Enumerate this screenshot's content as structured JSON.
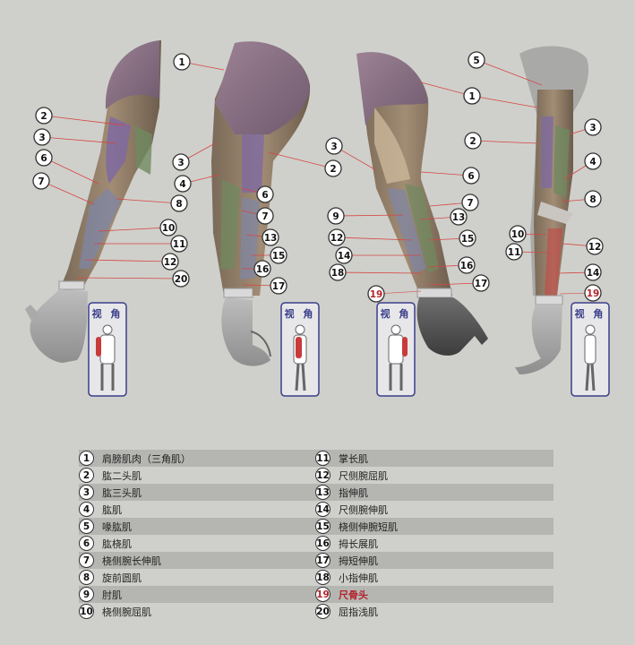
{
  "view_label": "视 角",
  "legend": [
    {
      "num": "1",
      "label": "肩膀肌肉（三角肌）"
    },
    {
      "num": "2",
      "label": "肱二头肌"
    },
    {
      "num": "3",
      "label": "肱三头肌"
    },
    {
      "num": "4",
      "label": "肱肌"
    },
    {
      "num": "5",
      "label": "喙肱肌"
    },
    {
      "num": "6",
      "label": "肱桡肌"
    },
    {
      "num": "7",
      "label": "桡侧腕长伸肌"
    },
    {
      "num": "8",
      "label": "旋前圆肌"
    },
    {
      "num": "9",
      "label": "肘肌"
    },
    {
      "num": "10",
      "label": "桡侧腕屈肌"
    },
    {
      "num": "11",
      "label": "掌长肌"
    },
    {
      "num": "12",
      "label": "尺侧腕屈肌"
    },
    {
      "num": "13",
      "label": "指伸肌"
    },
    {
      "num": "14",
      "label": "尺侧腕伸肌"
    },
    {
      "num": "15",
      "label": "桡侧伸腕短肌"
    },
    {
      "num": "16",
      "label": "拇长展肌"
    },
    {
      "num": "17",
      "label": "拇短伸肌"
    },
    {
      "num": "18",
      "label": "小指伸肌"
    },
    {
      "num": "19",
      "label": "尺骨头",
      "highlight": true
    },
    {
      "num": "20",
      "label": "屈指浅肌"
    }
  ],
  "views": [
    {
      "name": "front",
      "callouts": [
        "1",
        "2",
        "3",
        "6",
        "7",
        "8",
        "10",
        "11",
        "12",
        "20"
      ]
    },
    {
      "name": "side",
      "callouts": [
        "1",
        "2",
        "3",
        "4",
        "6",
        "7",
        "13",
        "15",
        "16",
        "17"
      ]
    },
    {
      "name": "back",
      "callouts": [
        "1",
        "3",
        "6",
        "7",
        "9",
        "12",
        "13",
        "14",
        "15",
        "16",
        "17",
        "18",
        "19"
      ]
    },
    {
      "name": "inner",
      "callouts": [
        "1",
        "2",
        "3",
        "4",
        "5",
        "8",
        "10",
        "11",
        "12",
        "14",
        "19"
      ]
    }
  ],
  "colors": {
    "background": "#cfd0cb",
    "highlight": "#b3242c",
    "view_box": "#3b3f8a",
    "row_shade": "#b5b6b2",
    "muscle_red": "#c93a3a"
  }
}
